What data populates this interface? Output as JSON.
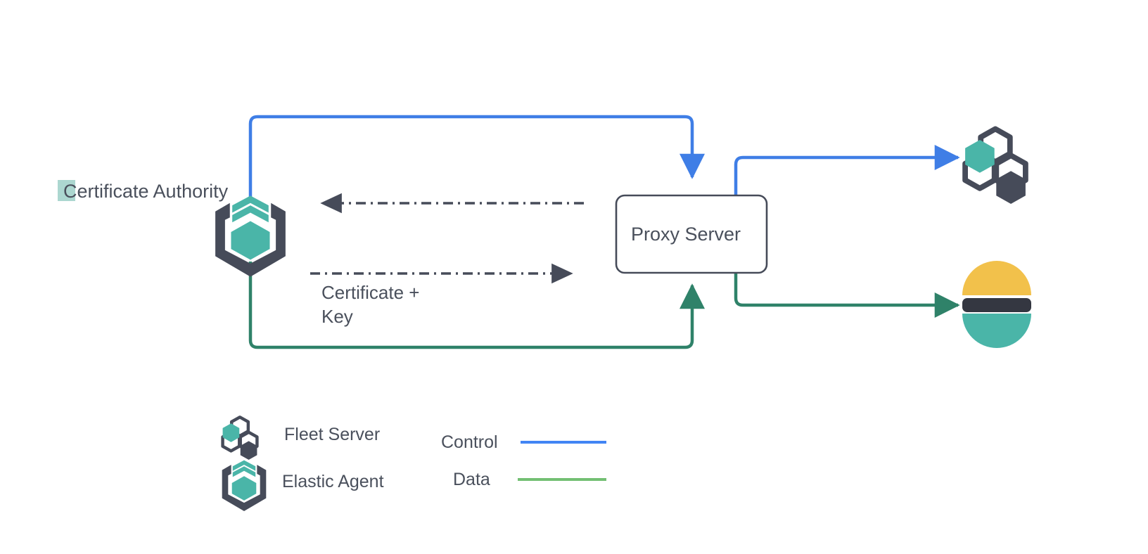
{
  "diagram": {
    "title_node": {
      "label": "Certificate Authority",
      "icon": "elastic-agent-icon"
    },
    "proxy": {
      "label": "Proxy Server"
    },
    "edge_labels": {
      "certificate_key": "Certificate +\nKey"
    },
    "right_nodes": [
      {
        "name": "fleet-server-node",
        "icon": "fleet-server-icon"
      },
      {
        "name": "elasticsearch-node",
        "icon": "elasticsearch-icon"
      }
    ]
  },
  "legend": {
    "icon_items": [
      {
        "label": "Fleet Server",
        "icon": "fleet-server-icon"
      },
      {
        "label": "Elastic Agent",
        "icon": "elastic-agent-icon"
      }
    ],
    "line_items": [
      {
        "label": "Control",
        "color": "#4285f4"
      },
      {
        "label": "Data",
        "color": "#73bf73"
      }
    ]
  },
  "colors": {
    "control_blue": "#3f7ee6",
    "data_green": "#2f8269",
    "legend_green": "#73bf73",
    "dark_slate": "#464b59",
    "teal": "#4ab5a8",
    "yellow": "#f2c14b",
    "elastic_dark": "#343741",
    "text": "#4a505c",
    "highlight": "#a8d5cd"
  }
}
